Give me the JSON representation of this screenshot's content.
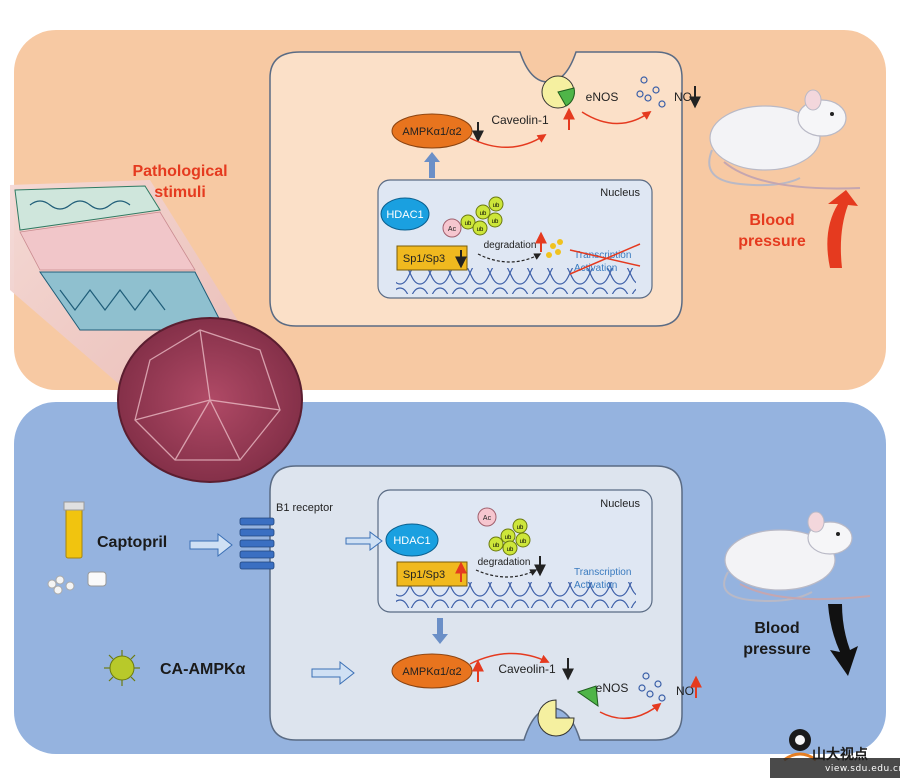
{
  "top_panel": {
    "stimulus": [
      "Pathological",
      "stimuli"
    ],
    "ampk": "AMPKα1/α2",
    "caveolin": "Caveolin-1",
    "enos": "eNOS",
    "no": "NO",
    "nucleus": "Nucleus",
    "hdac": "HDAC1",
    "ac": "Ac",
    "ub": "ub",
    "sp": "Sp1/Sp3",
    "degradation": "degradation",
    "transcription": "Transcription",
    "activation": "Activation",
    "outcome": [
      "Blood",
      "pressure"
    ],
    "colors": {
      "panel": "#f7c9a3",
      "cell": "#fbe0c8",
      "accent": "#e53a1f"
    }
  },
  "bottom_panel": {
    "drug1": "Captopril",
    "receptor": "B1 receptor",
    "drug2": "CA-AMPKα",
    "ampk": "AMPKα1/α2",
    "caveolin": "Caveolin-1",
    "enos": "eNOS",
    "no": "NO",
    "nucleus": "Nucleus",
    "hdac": "HDAC1",
    "ac": "Ac",
    "ub": "ub",
    "sp": "Sp1/Sp3",
    "degradation": "degradation",
    "transcription": "Transcription",
    "activation": "Activation",
    "outcome": [
      "Blood",
      "pressure"
    ],
    "colors": {
      "panel": "#95b3df",
      "cell": "#dde4ee",
      "accent": "#3a7bd5"
    }
  },
  "watermark": {
    "text": "山大视点",
    "url": "view.sdu.edu.cn"
  }
}
